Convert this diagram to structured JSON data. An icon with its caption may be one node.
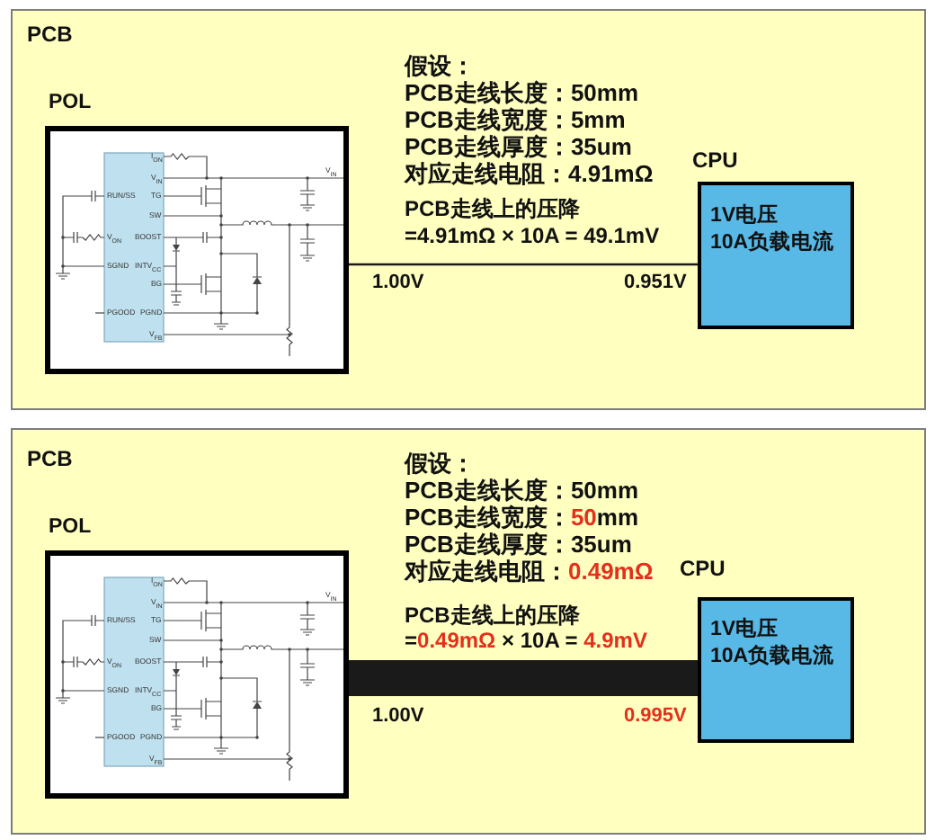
{
  "diagram": {
    "nodes": [
      {
        "text": [
          "PCB"
        ]
      },
      {
        "text": [
          "POL"
        ],
        "in": 0,
        "beside": [
          "1.00V"
        ]
      },
      {
        "text": [
          "CPU",
          "1V电压",
          "10A负载电流"
        ],
        "in": 0,
        "beside": [
          "0.951V"
        ]
      },
      {
        "text": [
          "PCB"
        ]
      },
      {
        "text": [
          "POL"
        ],
        "in": 3,
        "beside": [
          "1.00V"
        ]
      },
      {
        "text": [
          "CPU",
          "1V电压",
          "10A负载电流"
        ],
        "in": 3,
        "beside": [
          "0.995V"
        ]
      }
    ],
    "edges": [
      {
        "from": 1,
        "to": 2,
        "arrow": "none"
      },
      {
        "from": 4,
        "to": 5,
        "arrow": "none",
        "style": "thick"
      }
    ],
    "labels": [
      "假设：",
      "PCB走线长度：50mm",
      "PCB走线宽度：5mm",
      "PCB走线厚度：35um",
      "对应走线电阻：4.91mΩ",
      "PCB走线上的压降",
      "=4.91mΩ × 10A = 49.1mV",
      "I$_{ON}$",
      "V$_{IN}$",
      "V$_{IN}$",
      "RUN/SS",
      "TG",
      "SW",
      "V$_{ON}$",
      "BOOST",
      "SGND",
      "INTV$_{CC}$",
      "BG",
      "PGOOD",
      "PGND",
      "V$_{FB}$",
      "假设：",
      "PCB走线长度：50mm",
      "PCB走线宽度：50mm",
      "PCB走线厚度：35um",
      "对应走线电阻：0.49mΩ",
      "PCB走线上的压降",
      "=0.49mΩ × 10A = 4.9mV",
      "I$_{ON}$",
      "V$_{IN}$",
      "V$_{IN}$",
      "RUN/SS",
      "TG",
      "SW",
      "V$_{ON}$",
      "BOOST",
      "SGND",
      "INTV$_{CC}$",
      "BG",
      "PGOOD",
      "PGND",
      "V$_{FB}$"
    ]
  }
}
